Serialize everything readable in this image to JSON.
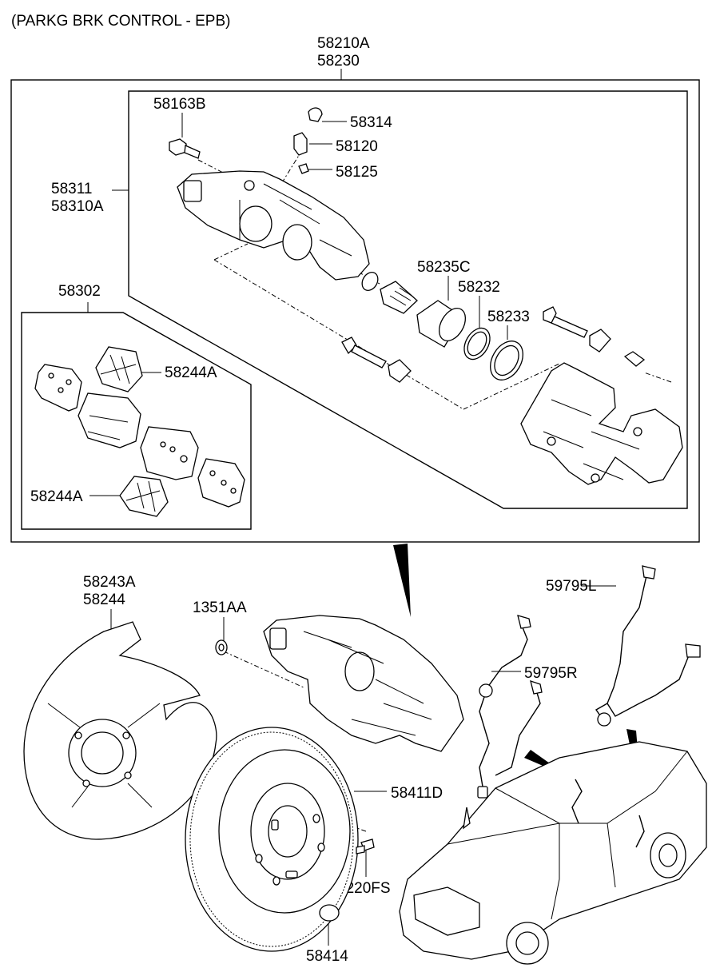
{
  "title": "(PARKG BRK CONTROL - EPB)",
  "labels": {
    "assy_top_1": "58210A",
    "assy_top_2": "58230",
    "bolt_58163B": "58163B",
    "cap_58314": "58314",
    "bleeder_58120": "58120",
    "cap_58125": "58125",
    "caliper_1": "58311",
    "caliper_2": "58310A",
    "piston_58235C": "58235C",
    "seal_58232": "58232",
    "boot_58233": "58233",
    "pad_kit_58302": "58302",
    "clip_upper": "58244A",
    "clip_lower": "58244A",
    "shield_1": "58243A",
    "shield_2": "58244",
    "plug_1351AA": "1351AA",
    "sensor_59795L": "59795L",
    "sensor_59795R": "59795R",
    "disc_58411D": "58411D",
    "screw_1220FS": "1220FS",
    "cap_58414": "58414"
  }
}
